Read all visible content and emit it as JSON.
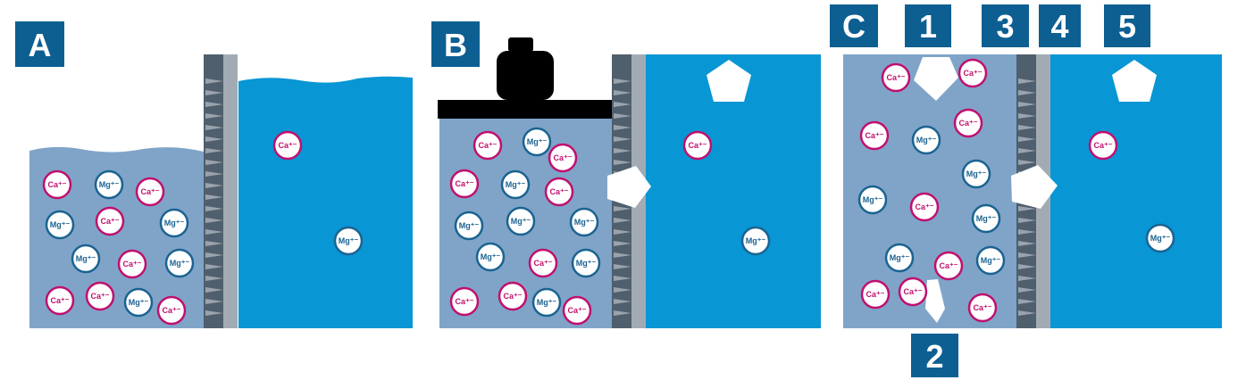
{
  "colors": {
    "badge": "#0d5f92",
    "concentrate": "#7fa4c8",
    "pure_water": "#0896d5",
    "membrane_dark": "#4f5f6d",
    "membrane_light": "#a2abb4",
    "weight": "#000000",
    "calcium": "#c0106e",
    "magnesium": "#1b6391",
    "foulant": "#ffffff"
  },
  "panels": [
    {
      "id": "A",
      "label": "A"
    },
    {
      "id": "B",
      "label": "B"
    },
    {
      "id": "C",
      "label": "C"
    }
  ],
  "callouts": [
    "1",
    "2",
    "3",
    "4",
    "5"
  ],
  "ions": {
    "calcium_label": "Ca⁺⁻",
    "magnesium_label": "Mg⁺⁻"
  }
}
